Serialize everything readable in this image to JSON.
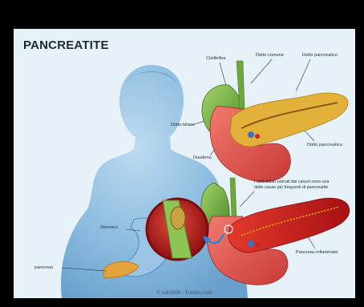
{
  "title": "PANCREATITE",
  "labels": {
    "cistifellea": "Cistifellea",
    "dotto_comune": "Dotto comune",
    "dotto_pancreatico_top": "Dotto pancreatico",
    "dotto_biliare": "Dotto biliare",
    "duodeno": "Duodeno",
    "dotto_pancreatico_right": "Dotto pancreatico",
    "stomaco": "Stomaco",
    "pancreas": "pancreas",
    "pancreas_infiammato": "Pancreas infiammato"
  },
  "note": {
    "line1": "I dotti biliari ostruiti dai calcoli sono una",
    "line2": "delle cause più frequenti di pancreatite"
  },
  "credit": "© rob3000 - Fotolia.com",
  "colors": {
    "background": "#000000",
    "panel": "#e6f2f8",
    "body_silhouette": "#7fb4dc",
    "pancreas_healthy": "#d9a830",
    "pancreas_inflamed": "#c8191c",
    "duodenum": "#e0504a",
    "gallbladder": "#7cb342",
    "magnifier_ring": "#b3141a"
  }
}
